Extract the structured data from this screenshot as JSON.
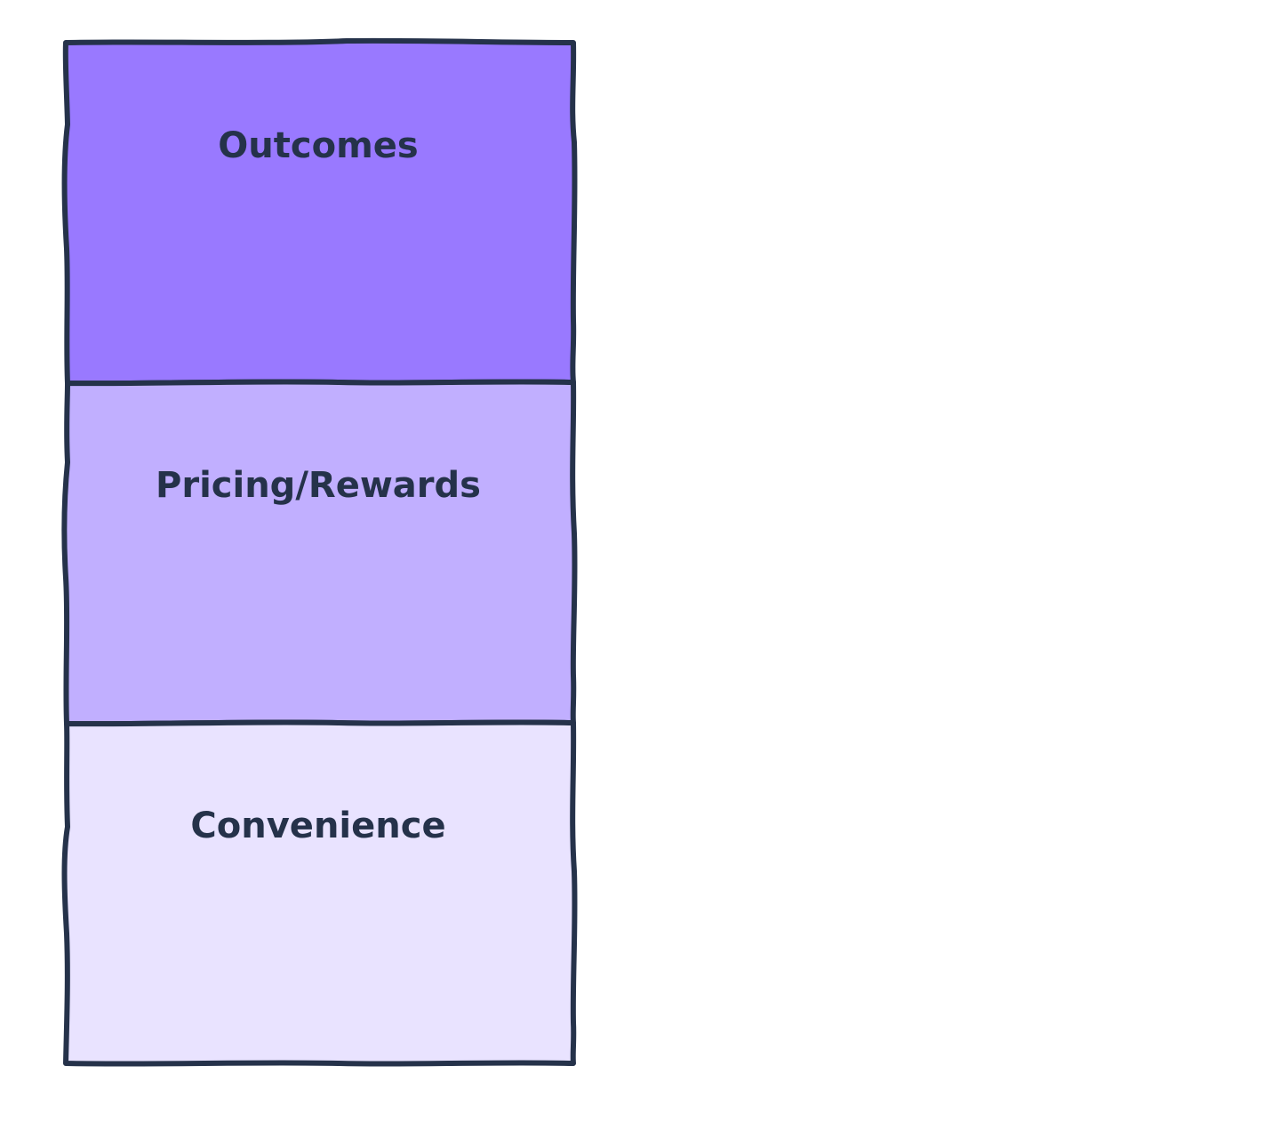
{
  "diagram": {
    "stroke_color": "#25324a",
    "text_color": "#25324a",
    "blocks": [
      {
        "label": "Outcomes",
        "fill": "#9979ff"
      },
      {
        "label": "Pricing/Rewards",
        "fill": "#c1afff"
      },
      {
        "label": "Convenience",
        "fill": "#e9e3ff"
      }
    ]
  }
}
